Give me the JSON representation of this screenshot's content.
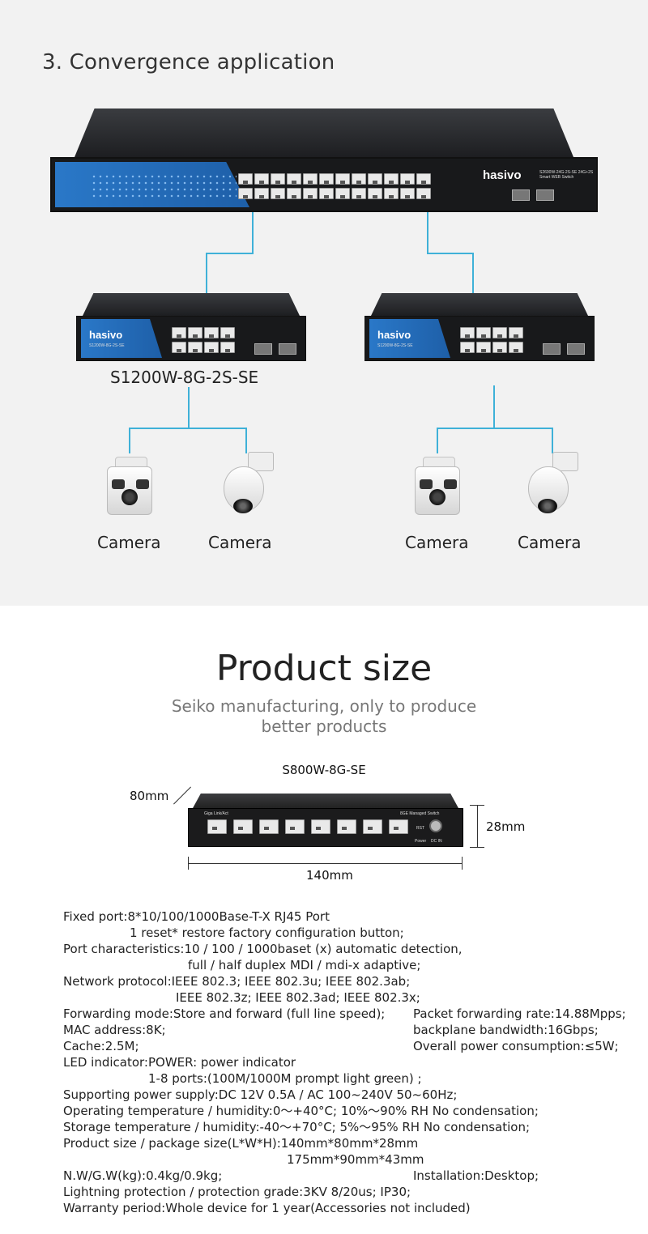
{
  "section": {
    "title": "3. Convergence application"
  },
  "big_switch": {
    "brand": "hasivo",
    "model": "S2600W-24G-2S-SE 24G+2S Smart WEB Switch"
  },
  "small_switches": [
    {
      "brand": "hasivo",
      "model": "S1200W-8G-2S-SE"
    },
    {
      "brand": "hasivo",
      "model": "S1200W-8G-2S-SE"
    }
  ],
  "switch_label": "S1200W-8G-2S-SE",
  "cameras": [
    "Camera",
    "Camera",
    "Camera",
    "Camera"
  ],
  "product_size": {
    "title": "Product size",
    "subtitle_line1": "Seiko manufacturing, only to produce",
    "subtitle_line2": "better products",
    "model": "S800W-8G-SE",
    "panel_text_left": "Giga  Link/Act",
    "panel_text_right": "8GE Managed Switch",
    "rst_label": "RST",
    "power_label": "Power",
    "dcin_label": "DC IN",
    "depth": "80mm",
    "height": "28mm",
    "width": "140mm"
  },
  "specs": [
    [
      "Fixed port:8*10/100/1000Base-T-X RJ45 Port",
      ""
    ],
    [
      "1 reset* restore factory configuration button;",
      ""
    ],
    [
      "Port characteristics:10 / 100 / 1000baset (x) automatic detection,",
      ""
    ],
    [
      "full / half duplex MDI / mdi-x adaptive;",
      ""
    ],
    [
      "Network protocol:IEEE 802.3; IEEE 802.3u; IEEE 802.3ab;",
      ""
    ],
    [
      "IEEE 802.3z; IEEE 802.3ad; IEEE 802.3x;",
      ""
    ],
    [
      "Forwarding mode:Store and forward (full line speed);",
      "Packet forwarding rate:14.88Mpps;"
    ],
    [
      "MAC address:8K;",
      "backplane bandwidth:16Gbps;"
    ],
    [
      "Cache:2.5M;",
      "Overall power consumption:≤5W;"
    ],
    [
      "LED indicator:POWER: power indicator",
      ""
    ],
    [
      "1-8 ports:(100M/1000M prompt light green) ;",
      ""
    ],
    [
      "Supporting power supply:DC 12V 0.5A  /  AC 100~240V 50~60Hz;",
      ""
    ],
    [
      "Operating temperature / humidity:0～+40°C;  10%～90% RH No condensation;",
      ""
    ],
    [
      "Storage temperature / humidity:-40～+70°C;  5%～95% RH No condensation;",
      ""
    ],
    [
      "Product size / package size(L*W*H):140mm*80mm*28mm",
      ""
    ],
    [
      "175mm*90mm*43mm",
      ""
    ],
    [
      "N.W/G.W(kg):0.4kg/0.9kg;",
      "Installation:Desktop;"
    ],
    [
      "Lightning protection / protection grade:3KV 8/20us;  IP30;",
      ""
    ],
    [
      "Warranty period:Whole device for 1 year(Accessories not included)",
      ""
    ]
  ]
}
